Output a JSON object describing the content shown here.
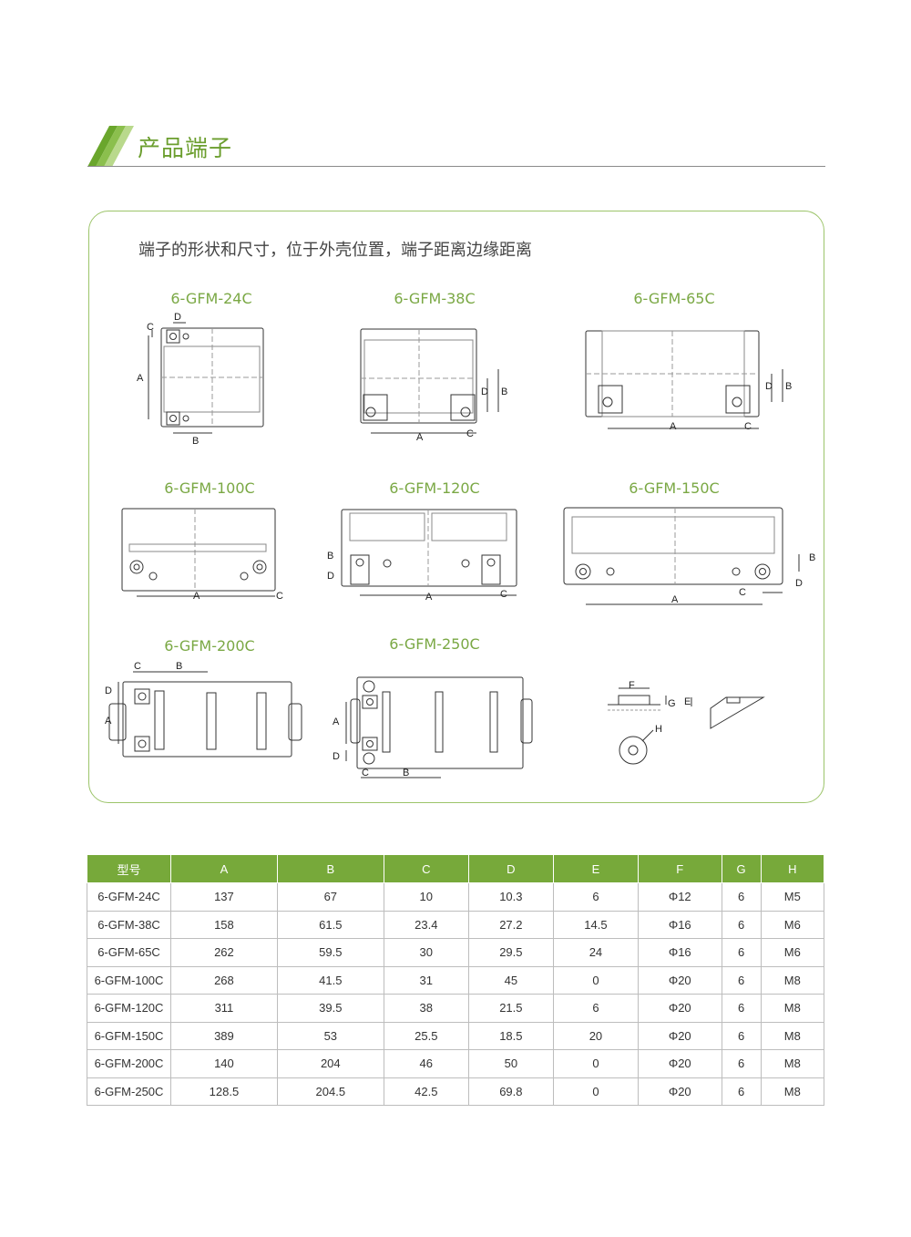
{
  "header": {
    "title": "产品端子"
  },
  "panel": {
    "description": "端子的形状和尺寸，位于外壳位置，端子距离边缘距离",
    "diagrams": [
      {
        "label": "6-GFM-24C"
      },
      {
        "label": "6-GFM-38C"
      },
      {
        "label": "6-GFM-65C"
      },
      {
        "label": "6-GFM-100C"
      },
      {
        "label": "6-GFM-120C"
      },
      {
        "label": "6-GFM-150C"
      },
      {
        "label": "6-GFM-200C"
      },
      {
        "label": "6-GFM-250C"
      }
    ],
    "dim_letters": {
      "a": "A",
      "b": "B",
      "c": "C",
      "d": "D",
      "e": "E",
      "f": "F",
      "g": "G",
      "h": "H"
    }
  },
  "table": {
    "headers": [
      "型号",
      "A",
      "B",
      "C",
      "D",
      "E",
      "F",
      "G",
      "H"
    ],
    "rows": [
      [
        "6-GFM-24C",
        "137",
        "67",
        "10",
        "10.3",
        "6",
        "Φ12",
        "6",
        "M5"
      ],
      [
        "6-GFM-38C",
        "158",
        "61.5",
        "23.4",
        "27.2",
        "14.5",
        "Φ16",
        "6",
        "M6"
      ],
      [
        "6-GFM-65C",
        "262",
        "59.5",
        "30",
        "29.5",
        "24",
        "Φ16",
        "6",
        "M6"
      ],
      [
        "6-GFM-100C",
        "268",
        "41.5",
        "31",
        "45",
        "0",
        "Φ20",
        "6",
        "M8"
      ],
      [
        "6-GFM-120C",
        "311",
        "39.5",
        "38",
        "21.5",
        "6",
        "Φ20",
        "6",
        "M8"
      ],
      [
        "6-GFM-150C",
        "389",
        "53",
        "25.5",
        "18.5",
        "20",
        "Φ20",
        "6",
        "M8"
      ],
      [
        "6-GFM-200C",
        "140",
        "204",
        "46",
        "50",
        "0",
        "Φ20",
        "6",
        "M8"
      ],
      [
        "6-GFM-250C",
        "128.5",
        "204.5",
        "42.5",
        "69.8",
        "0",
        "Φ20",
        "6",
        "M8"
      ]
    ]
  },
  "colors": {
    "accent": "#77a93a",
    "title": "#6b9e2e",
    "panel_border": "#9cc46a"
  }
}
